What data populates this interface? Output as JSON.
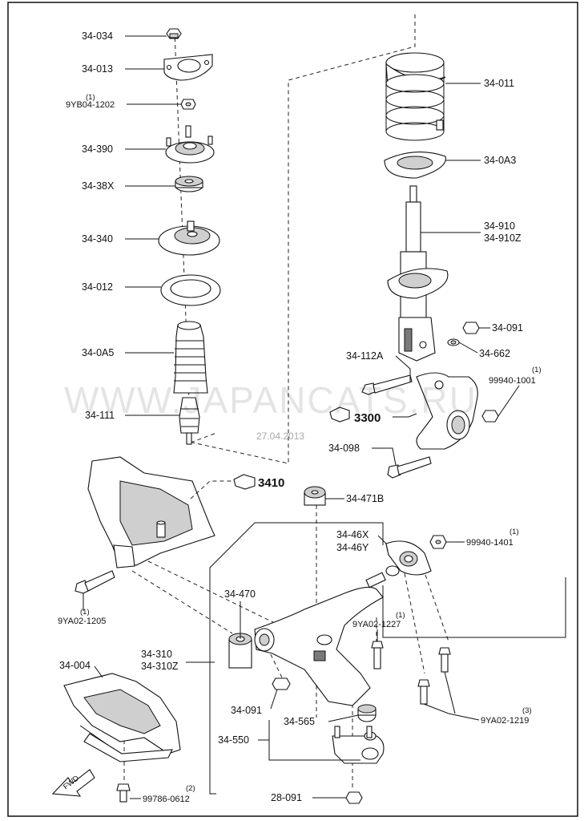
{
  "watermark": {
    "text": "WWW.JAPANCATS.RU",
    "date": "27.04.2013"
  },
  "callouts": {
    "p34_034": "34-034",
    "p34_013": "34-013",
    "p9yb04": "9YB04-1202",
    "p9yb04_qty": "(1)",
    "p34_390": "34-390",
    "p34_38x": "34-38X",
    "p34_340": "34-340",
    "p34_012": "34-012",
    "p34_0a5": "34-0A5",
    "p34_111": "34-111",
    "p34_011": "34-011",
    "p34_0a3": "34-0A3",
    "p34_910": "34-910",
    "p34_910z": "34-910Z",
    "p34_091a": "34-091",
    "p34_662": "34-662",
    "p34_112a": "34-112A",
    "p99940_1001": "99940-1001",
    "p99940_1001_qty": "(1)",
    "p3300": "3300",
    "p34_098": "34-098",
    "p3410": "3410",
    "p34_471b": "34-471B",
    "p34_46x": "34-46X",
    "p34_46y": "34-46Y",
    "p99940_1401": "99940-1401",
    "p99940_1401_qty": "(1)",
    "p9ya02_1205": "9YA02-1205",
    "p9ya02_1205_qty": "(1)",
    "p34_470": "34-470",
    "p9ya02_1227": "9YA02-1227",
    "p9ya02_1227_qty": "(1)",
    "p34_310": "34-310",
    "p34_310z": "34-310Z",
    "p34_004": "34-004",
    "p34_091b": "34-091",
    "p34_565": "34-565",
    "p34_550": "34-550",
    "p9ya02_1219": "9YA02-1219",
    "p9ya02_1219_qty": "(3)",
    "p99786_0612": "99786-0612",
    "p99786_0612_qty": "(2)",
    "p28_091": "28-091",
    "fwd": "FWD"
  }
}
